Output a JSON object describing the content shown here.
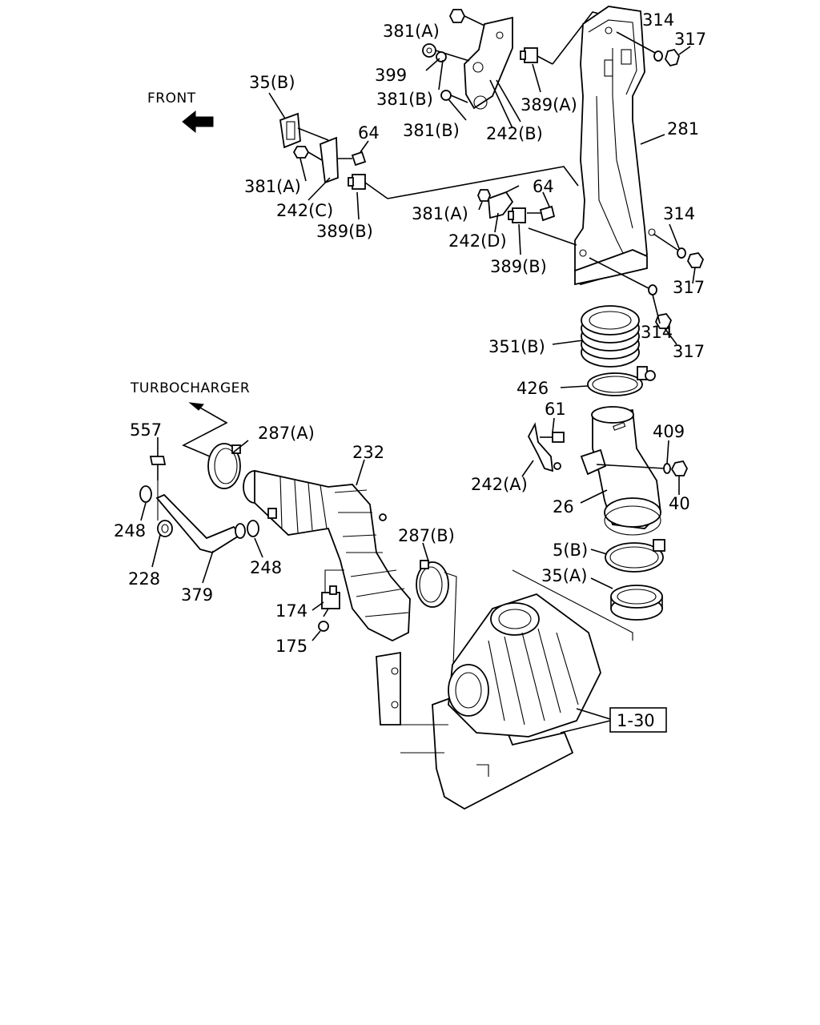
{
  "captions": {
    "front": "FRONT",
    "turbocharger": "TURBOCHARGER"
  },
  "reference_box": "1-30",
  "callouts": {
    "c381a_top": "381(A)",
    "c399": "399",
    "c381b_1": "381(B)",
    "c381b_2": "381(B)",
    "c242b": "242(B)",
    "c389a": "389(A)",
    "c314_top": "314",
    "c317_top": "317",
    "c281": "281",
    "c35b": "35(B)",
    "c64_left": "64",
    "c381a_left": "381(A)",
    "c242c": "242(C)",
    "c389b_left": "389(B)",
    "c381a_mid": "381(A)",
    "c64_mid": "64",
    "c242d": "242(D)",
    "c389b_mid": "389(B)",
    "c314_mid": "314",
    "c317_mid": "317",
    "c314_low": "314",
    "c317_low": "317",
    "c351b": "351(B)",
    "c426": "426",
    "c61": "61",
    "c409": "409",
    "c242a": "242(A)",
    "c40": "40",
    "c26": "26",
    "c5b": "5(B)",
    "c35a": "35(A)",
    "c557": "557",
    "c287a": "287(A)",
    "c232": "232",
    "c287b": "287(B)",
    "c248_left": "248",
    "c228": "228",
    "c379": "379",
    "c248_right": "248",
    "c174": "174",
    "c175": "175"
  }
}
